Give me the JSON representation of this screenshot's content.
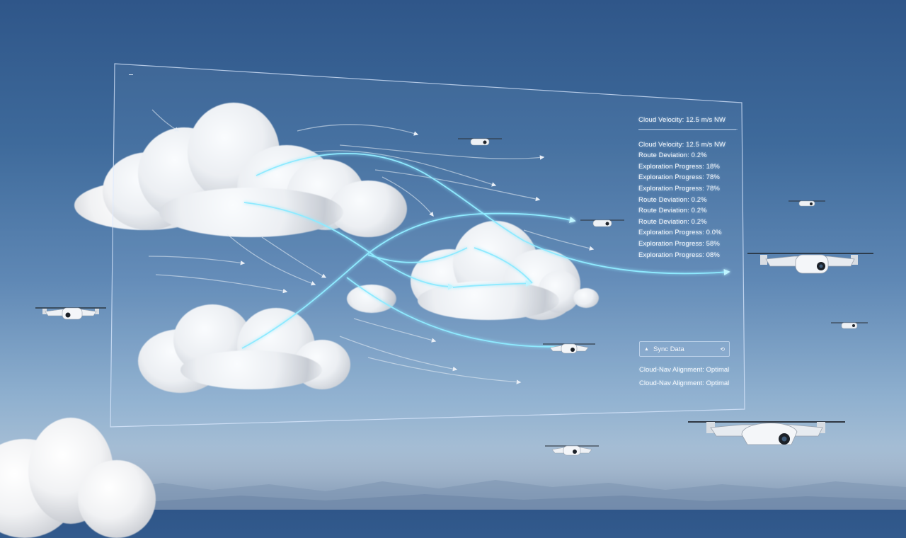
{
  "readout": {
    "header": "Cloud Velocity: 12.5 m/s NW",
    "rows": [
      "Cloud Velocity: 12.5 m/s NW",
      "Route Deviation: 0.2%",
      "Exploration Progress: 18%",
      "Exploration Progress: 78%",
      "Exploration Progress: 78%",
      "Route Deviation: 0.2%",
      "Route Deviation: 0.2%",
      "Route Deviation: 0.2%",
      "Exploration Progress: 0.0%",
      "Exploration Progress: 58%",
      "Exploration Progress: 08%"
    ]
  },
  "sync": {
    "label": "Sync Data",
    "icon_left": "triangle-up-icon",
    "icon_right": "sync-icon"
  },
  "status": {
    "lines": [
      "Cloud-Nav Alignment: Optimal",
      "Cloud-Nav Alignment: Optimal"
    ]
  },
  "colors": {
    "sky_top": "#2f5689",
    "sky_bottom": "#b7c7d6",
    "flow_glow": "#7fe6ff",
    "panel_border": "#dceaff",
    "text": "#f4f7fb"
  },
  "icons": [
    "drone-icon",
    "cloud-icon",
    "flow-arrow-icon"
  ]
}
